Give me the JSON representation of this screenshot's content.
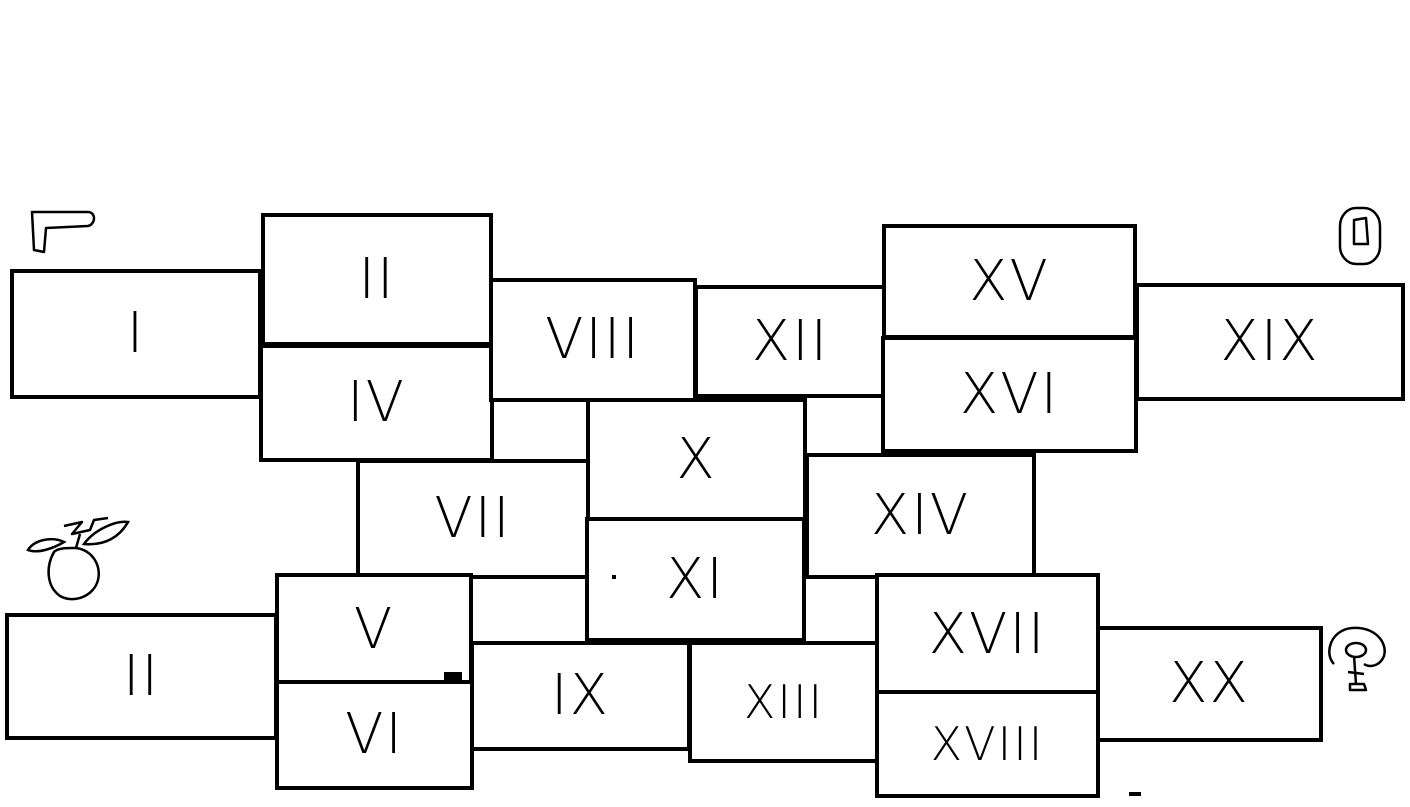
{
  "diagram": {
    "boxes": [
      {
        "id": "I",
        "label": "I"
      },
      {
        "id": "II",
        "label": "II"
      },
      {
        "id": "IV",
        "label": "IV"
      },
      {
        "id": "VIII",
        "label": "VIII"
      },
      {
        "id": "XII",
        "label": "XII"
      },
      {
        "id": "XV",
        "label": "XV"
      },
      {
        "id": "XVI",
        "label": "XVI"
      },
      {
        "id": "XIX",
        "label": "XIX"
      },
      {
        "id": "X",
        "label": "X"
      },
      {
        "id": "VII",
        "label": "VII"
      },
      {
        "id": "XIV",
        "label": "XIV"
      },
      {
        "id": "XI",
        "label": "XI"
      },
      {
        "id": "III",
        "label": "II"
      },
      {
        "id": "V",
        "label": "V"
      },
      {
        "id": "VI",
        "label": "VI"
      },
      {
        "id": "IX",
        "label": "IX"
      },
      {
        "id": "XIII",
        "label": "XIII"
      },
      {
        "id": "XVII",
        "label": "XVII"
      },
      {
        "id": "XVIII",
        "label": "XVIII"
      },
      {
        "id": "XX",
        "label": "XX"
      }
    ],
    "icons": [
      {
        "id": "flag",
        "name": "flag-icon"
      },
      {
        "id": "vase",
        "name": "vase-icon"
      },
      {
        "id": "plant",
        "name": "potted-plant-icon"
      },
      {
        "id": "lamp",
        "name": "lamp-icon"
      }
    ]
  }
}
